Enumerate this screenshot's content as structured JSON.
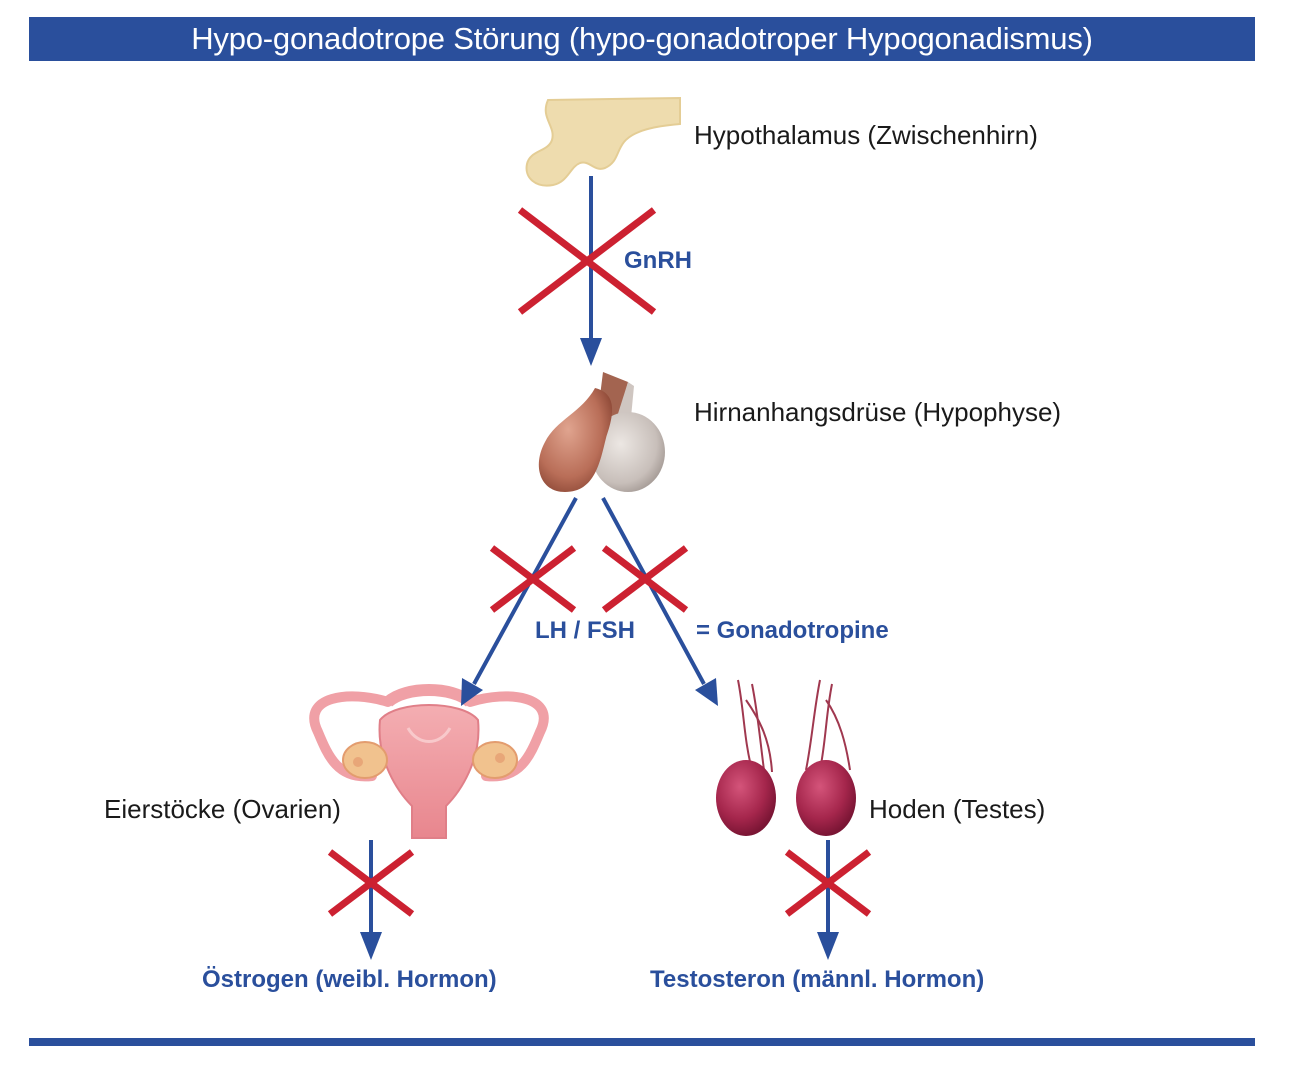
{
  "title": "Hypo-gonadotrope Störung (hypo-gonadotroper Hypogonadismus)",
  "organs": {
    "hypothalamus": "Hypothalamus (Zwischenhirn)",
    "pituitary": "Hirnanhangsdrüse (Hypophyse)",
    "ovaries": "Eierstöcke (Ovarien)",
    "testes": "Hoden (Testes)"
  },
  "hormones": {
    "gnrh": "GnRH",
    "lh_fsh": "LH / FSH",
    "gonadotropins": "= Gonadotropine",
    "estrogen": "Östrogen (weibl. Hormon)",
    "testosterone": "Testosteron (männl. Hormon)"
  },
  "colors": {
    "accent_blue": "#2a4f9c",
    "blocked_red": "#cc2131"
  }
}
